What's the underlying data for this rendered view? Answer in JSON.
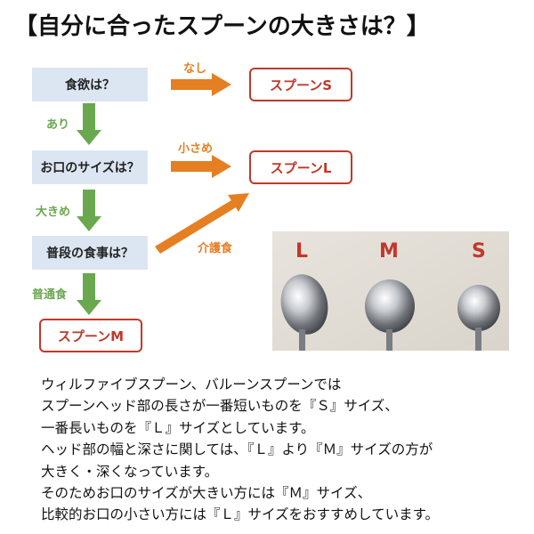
{
  "title": "【自分に合ったスプーンの大きさは？】",
  "flow": {
    "questions": [
      "食欲は？",
      "お口のサイズは？",
      "普段の食事は？"
    ],
    "results": {
      "s": "スプーンS",
      "l": "スプーンL",
      "m": "スプーンM"
    },
    "branch_labels": {
      "none": "なし",
      "small": "小さめ",
      "care": "介護食"
    },
    "down_labels": {
      "yes": "あり",
      "large": "大きめ",
      "normal": "普通食"
    },
    "colors": {
      "green_arrow": "#6aa84f",
      "orange_arrow": "#e67e22",
      "result_border": "#c0392b",
      "question_bg": "#dce6f2"
    }
  },
  "photo": {
    "size_labels": [
      "L",
      "M",
      "S"
    ],
    "label_color": "#c0392b"
  },
  "description": [
    "ウィルファイブスプーン、バルーンスプーンでは",
    "スプーンヘッド部の長さが一番短いものを『Ｓ』サイズ、",
    "一番長いものを『Ｌ』サイズとしています。",
    "ヘッド部の幅と深さに関しては、『Ｌ』より『Ｍ』サイズの方が",
    "大きく・深くなっています。",
    "そのためお口のサイズが大きい方には『Ｍ』サイズ、",
    "比較的お口の小さい方には『Ｌ』サイズをおすすめしています。"
  ]
}
